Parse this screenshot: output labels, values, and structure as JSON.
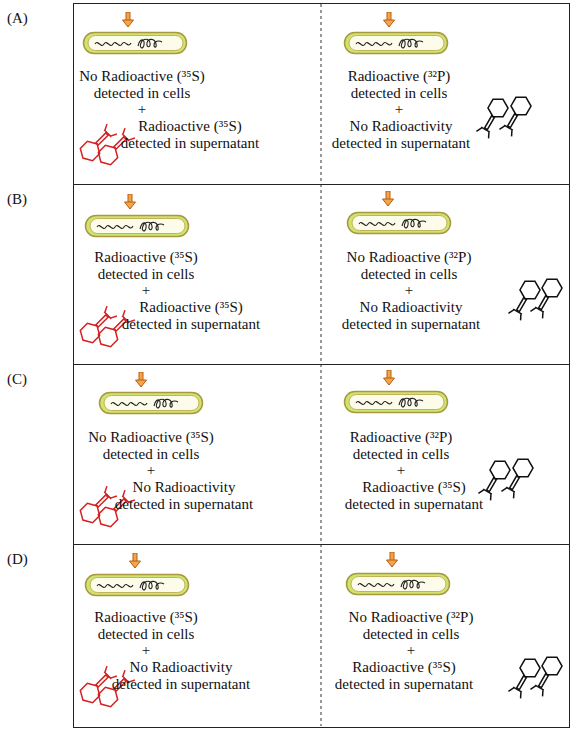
{
  "diagram": {
    "nodes": [
      {
        "text": [
          "(A)"
        ]
      },
      {
        "text": [
          "No Radioactive (³⁵S) detected in cells",
          "+",
          "Radioactive (³⁵S) detected in supernatant"
        ],
        "in": 0
      },
      {
        "text": [
          "Radioactive (³²P) detected in cells",
          "+",
          "No Radioactivity detected in supernatant"
        ],
        "in": 0
      },
      {
        "text": [
          "(B)"
        ]
      },
      {
        "text": [
          "Radioactive (³⁵S) detected in cells",
          "+",
          "Radioactive (³⁵S) detected in supernatant"
        ],
        "in": 3
      },
      {
        "text": [
          "No Radioactive (³²P) detected in cells",
          "+",
          "No Radioactivity detected in supernatant"
        ],
        "in": 3
      },
      {
        "text": [
          "(C)"
        ]
      },
      {
        "text": [
          "No Radioactive (³⁵S) detected in cells",
          "+",
          "No Radioactivity detected in supernatant"
        ],
        "in": 6
      },
      {
        "text": [
          "Radioactive (³²P) detected in cells",
          "+",
          "Radioactive (³⁵S) detected in supernatant"
        ],
        "in": 6
      },
      {
        "text": [
          "(D)"
        ]
      },
      {
        "text": [
          "Radioactive (³⁵S) detected in cells",
          "+",
          "No Radioactivity detected in supernatant"
        ],
        "in": 9
      },
      {
        "text": [
          "No Radioactive (³²P) detected in cells",
          "+",
          "Radioactive (³⁵S) detected in supernatant"
        ],
        "in": 9
      }
    ]
  }
}
